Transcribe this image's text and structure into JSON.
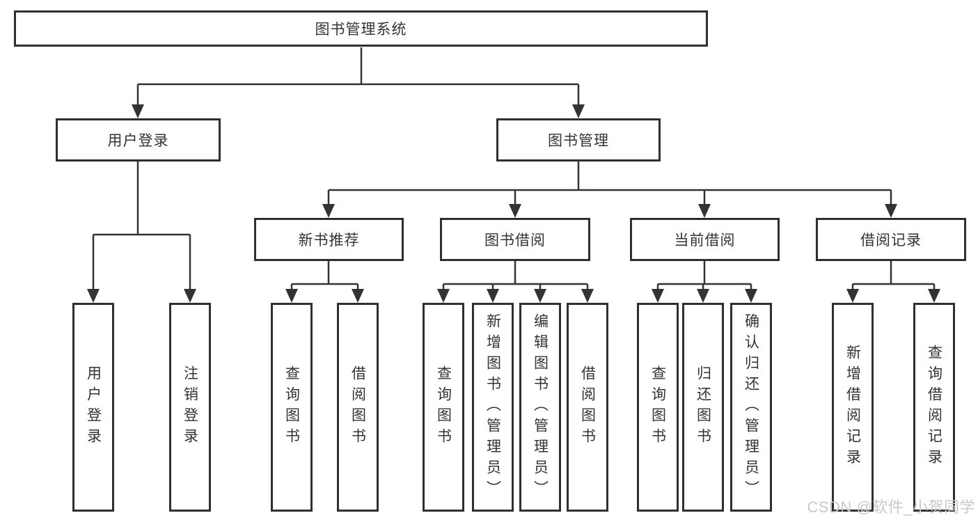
{
  "diagram": {
    "title": "图书管理系统",
    "tree": {
      "root": {
        "label": "图书管理系统"
      },
      "level2": [
        {
          "label": "用户登录",
          "children": [
            {
              "label": "用户登录"
            },
            {
              "label": "注销登录"
            }
          ]
        },
        {
          "label": "图书管理",
          "children": [
            {
              "label": "新书推荐",
              "children": [
                {
                  "label": "查询图书"
                },
                {
                  "label": "借阅图书"
                }
              ]
            },
            {
              "label": "图书借阅",
              "children": [
                {
                  "label": "查询图书"
                },
                {
                  "label": "新增图书（管理员）"
                },
                {
                  "label": "编辑图书（管理员）"
                },
                {
                  "label": "借阅图书"
                }
              ]
            },
            {
              "label": "当前借阅",
              "children": [
                {
                  "label": "查询图书"
                },
                {
                  "label": "归还图书"
                },
                {
                  "label": "确认归还（管理员）"
                }
              ]
            },
            {
              "label": "借阅记录",
              "children": [
                {
                  "label": "新增借阅记录"
                },
                {
                  "label": "查询借阅记录"
                }
              ]
            }
          ]
        }
      ]
    },
    "colors": {
      "line": "#333333",
      "box_border": "#2f2f2f",
      "box_fill": "#ffffff",
      "text": "#333333",
      "watermark_text": "#c9c9c9",
      "background": "#ffffff"
    }
  },
  "watermark": "CSDN @软件_小贺同学"
}
